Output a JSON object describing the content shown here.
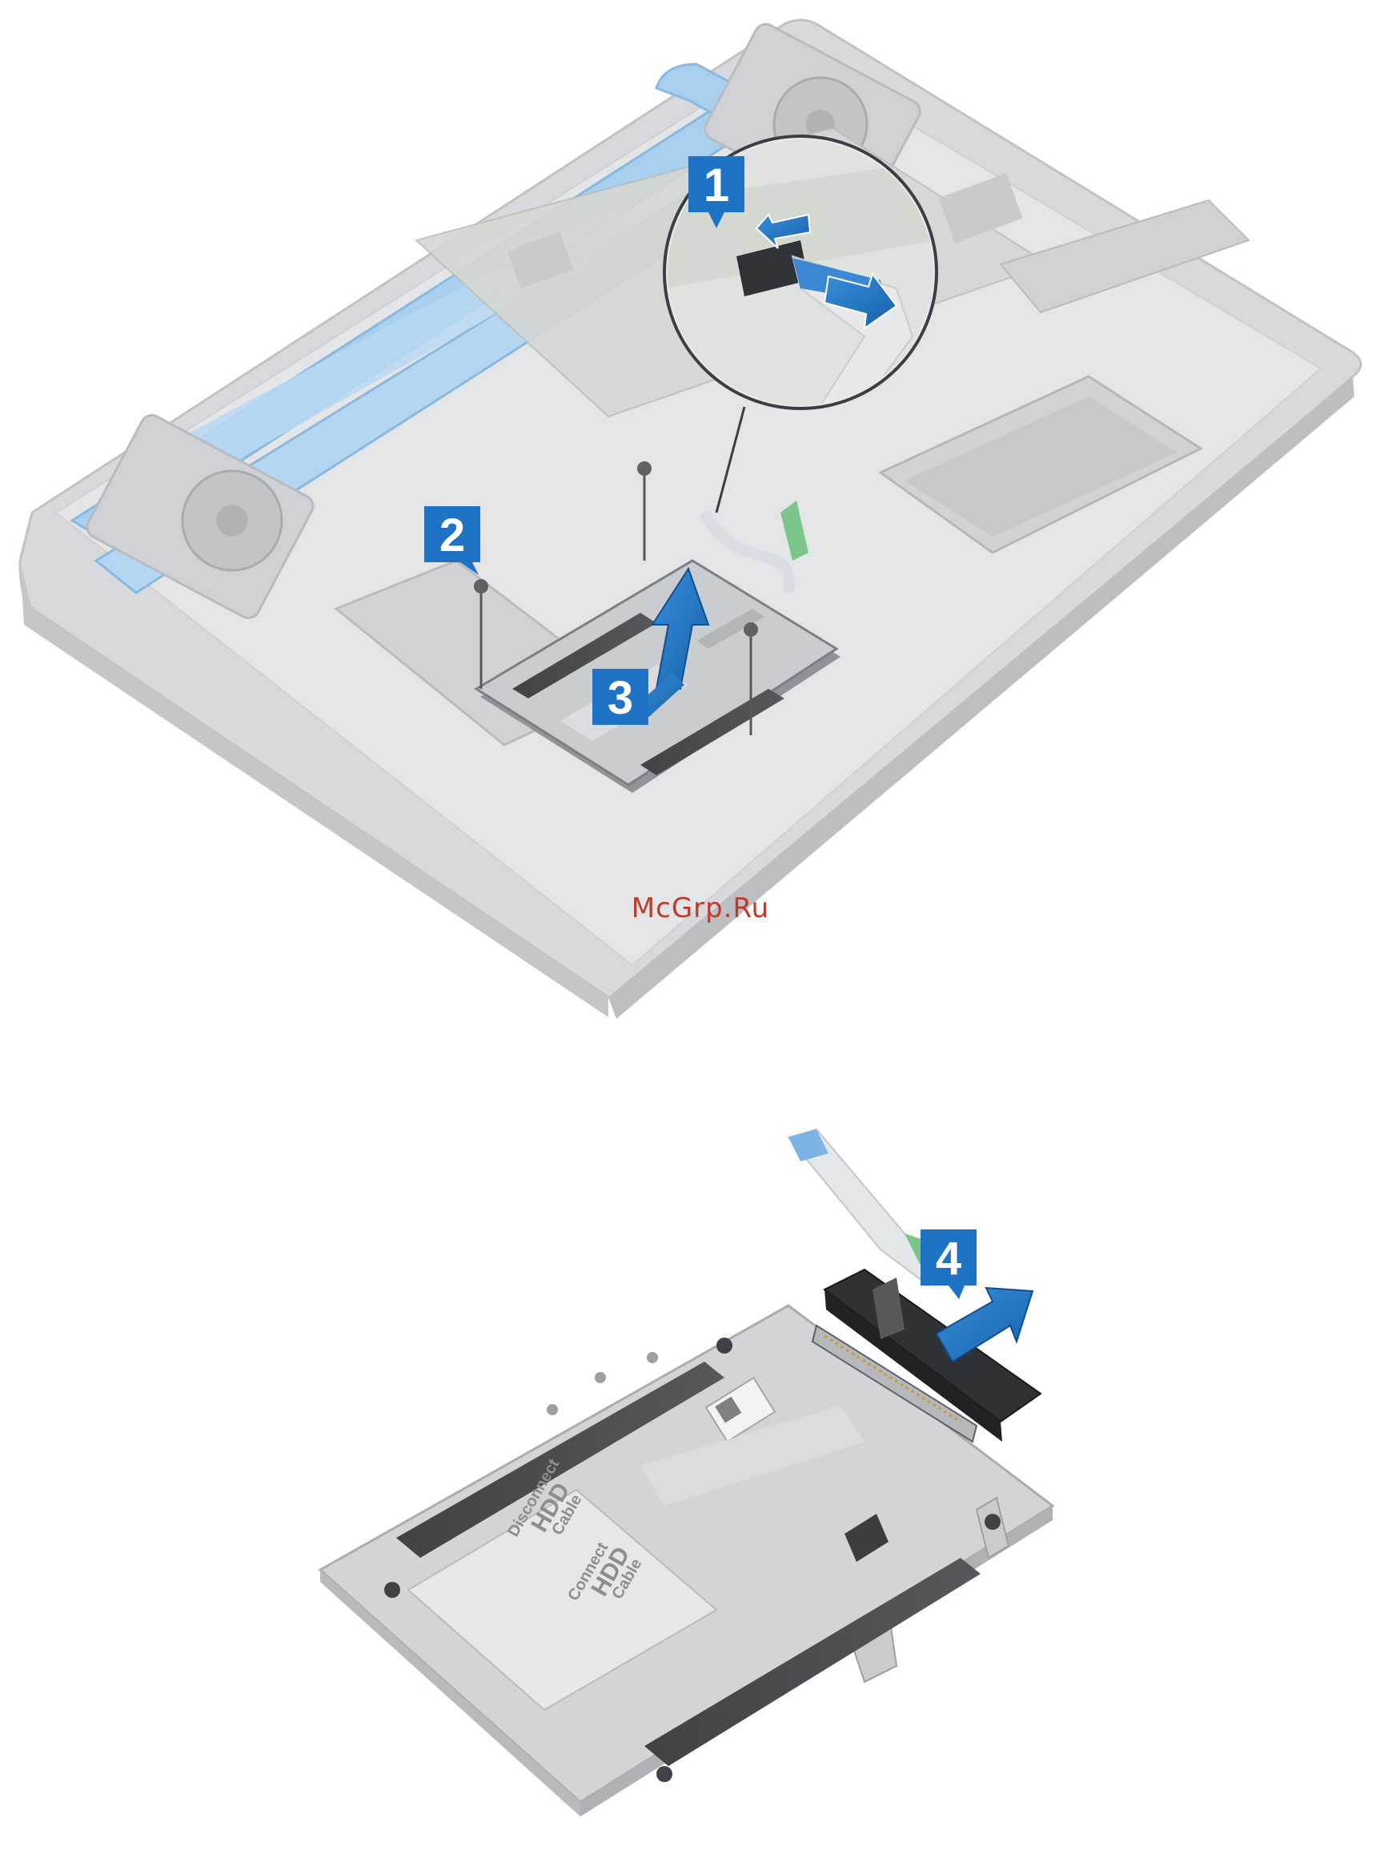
{
  "watermark": "McGrp.Ru",
  "callouts": [
    "1",
    "2",
    "3",
    "4"
  ],
  "bracket_label_1": "Disconnect",
  "bracket_label_2": "HDD",
  "bracket_label_3": "Cable",
  "bracket_label_4": "Connect",
  "bracket_label_5": "HDD",
  "bracket_label_6": "Cable",
  "colors": {
    "accent_blue": "#1f73c4",
    "heatpipe_blue": "#a8cfee",
    "chassis_gray": "#dcdde0",
    "bracket_gray": "#c8cacd",
    "dark_pad": "#4a4d52",
    "watermark_red": "#c0392b"
  },
  "icons": [
    "laptop-base-illustration",
    "hard-drive-assembly-illustration",
    "ribbon-cable-illustration",
    "interposer-connector-illustration",
    "screw-icon",
    "arrow-icon"
  ]
}
